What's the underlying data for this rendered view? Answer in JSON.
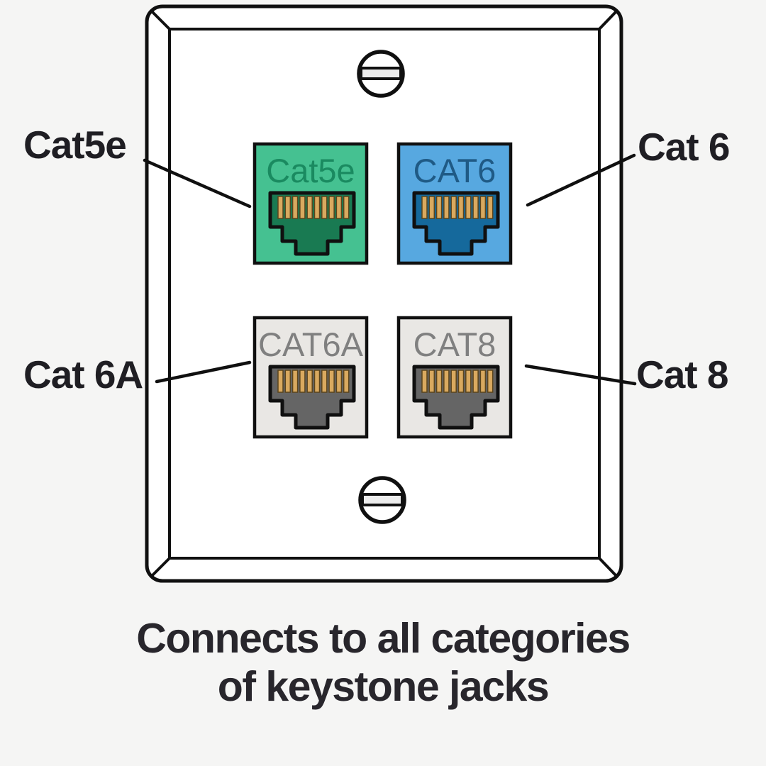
{
  "background_color": "#f5f5f4",
  "outline_color": "#101010",
  "plate": {
    "name": "keystone wall plate",
    "fill": "#ffffff",
    "screw_slot_fill": "#ececec"
  },
  "jacks": [
    {
      "id": "cat5e",
      "port_label": "Cat5e",
      "bg": "#45c191",
      "label_color": "#1a8a60",
      "port_fill": "#197a52"
    },
    {
      "id": "cat6",
      "port_label": "CAT6",
      "bg": "#57a8e0",
      "label_color": "#1f5a85",
      "port_fill": "#15699c"
    },
    {
      "id": "cat6a",
      "port_label": "CAT6A",
      "bg": "#e9e7e4",
      "label_color": "#808080",
      "port_fill": "#656565"
    },
    {
      "id": "cat8",
      "port_label": "CAT8",
      "bg": "#e9e7e4",
      "label_color": "#808080",
      "port_fill": "#656565"
    }
  ],
  "pins": {
    "fill": "#d9a95f",
    "stroke": "#5b451d"
  },
  "callouts": {
    "cat5e": "Cat5e",
    "cat6": "Cat 6",
    "cat6a": "Cat 6A",
    "cat8": "Cat 8"
  },
  "caption": {
    "line1": "Connects to all categories",
    "line2": "of keystone jacks"
  }
}
